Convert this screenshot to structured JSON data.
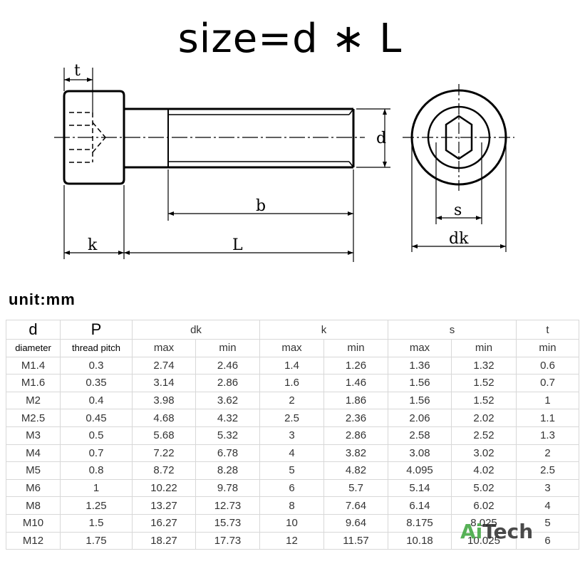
{
  "title": "size=d ∗ L",
  "drawing": {
    "labels": {
      "t": "t",
      "d": "d",
      "b": "b",
      "k": "k",
      "L": "L",
      "s": "s",
      "dk": "dk"
    }
  },
  "unit_label": "unit:mm",
  "table": {
    "col_d": "d",
    "col_d_sub": "diameter",
    "col_p": "P",
    "col_p_sub": "thread pitch",
    "grp_dk": "dk",
    "grp_k": "k",
    "grp_s": "s",
    "grp_t": "t",
    "max": "max",
    "min": "min",
    "t_min": "min",
    "rows": [
      [
        "M1.4",
        "0.3",
        "2.74",
        "2.46",
        "1.4",
        "1.26",
        "1.36",
        "1.32",
        "0.6"
      ],
      [
        "M1.6",
        "0.35",
        "3.14",
        "2.86",
        "1.6",
        "1.46",
        "1.56",
        "1.52",
        "0.7"
      ],
      [
        "M2",
        "0.4",
        "3.98",
        "3.62",
        "2",
        "1.86",
        "1.56",
        "1.52",
        "1"
      ],
      [
        "M2.5",
        "0.45",
        "4.68",
        "4.32",
        "2.5",
        "2.36",
        "2.06",
        "2.02",
        "1.1"
      ],
      [
        "M3",
        "0.5",
        "5.68",
        "5.32",
        "3",
        "2.86",
        "2.58",
        "2.52",
        "1.3"
      ],
      [
        "M4",
        "0.7",
        "7.22",
        "6.78",
        "4",
        "3.82",
        "3.08",
        "3.02",
        "2"
      ],
      [
        "M5",
        "0.8",
        "8.72",
        "8.28",
        "5",
        "4.82",
        "4.095",
        "4.02",
        "2.5"
      ],
      [
        "M6",
        "1",
        "10.22",
        "9.78",
        "6",
        "5.7",
        "5.14",
        "5.02",
        "3"
      ],
      [
        "M8",
        "1.25",
        "13.27",
        "12.73",
        "8",
        "7.64",
        "6.14",
        "6.02",
        "4"
      ],
      [
        "M10",
        "1.5",
        "16.27",
        "15.73",
        "10",
        "9.64",
        "8.175",
        "8.025",
        "5"
      ],
      [
        "M12",
        "1.75",
        "18.27",
        "17.73",
        "12",
        "11.57",
        "10.18",
        "10.025",
        "6"
      ]
    ]
  },
  "watermark": {
    "a": "Ai",
    "rest": "Tech"
  }
}
